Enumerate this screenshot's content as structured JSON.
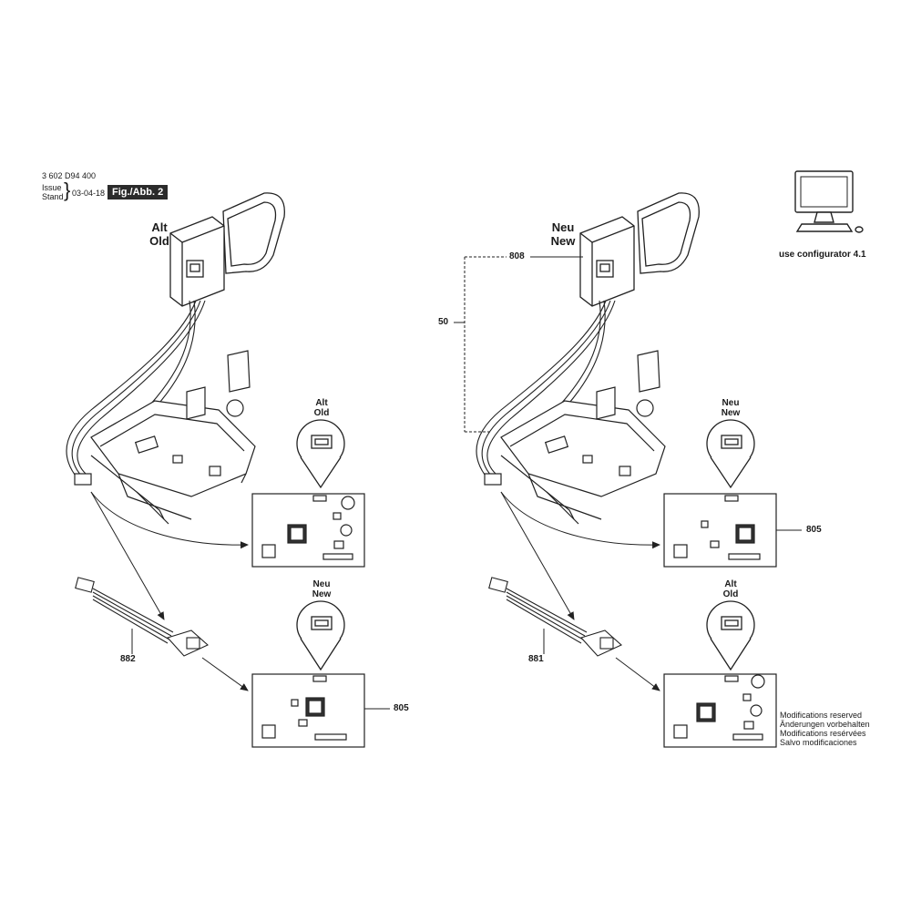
{
  "header": {
    "part_number": "3 602 D94 400",
    "issue_label": "Issue",
    "stand_label": "Stand",
    "date": "03-04-18",
    "figure": "Fig./Abb. 2"
  },
  "left_assembly": {
    "label_line1": "Alt",
    "label_line2": "Old",
    "top_bubble": {
      "line1": "Alt",
      "line2": "Old"
    },
    "bottom_bubble": {
      "line1": "Neu",
      "line2": "New"
    },
    "cable_callout": "882",
    "board_callout": "805"
  },
  "right_assembly": {
    "label_line1": "Neu",
    "label_line2": "New",
    "switch_callout": "808",
    "bracket_callout": "50",
    "top_bubble": {
      "line1": "Neu",
      "line2": "New"
    },
    "bottom_bubble": {
      "line1": "Alt",
      "line2": "Old"
    },
    "cable_callout": "881",
    "board_callout": "805"
  },
  "configurator": {
    "icon": "computer-icon",
    "label": "use configurator 4.1"
  },
  "modifications": [
    "Modifications reserved",
    "Änderungen vorbehalten",
    "Modifications resérvées",
    "Salvo modificaciones"
  ]
}
